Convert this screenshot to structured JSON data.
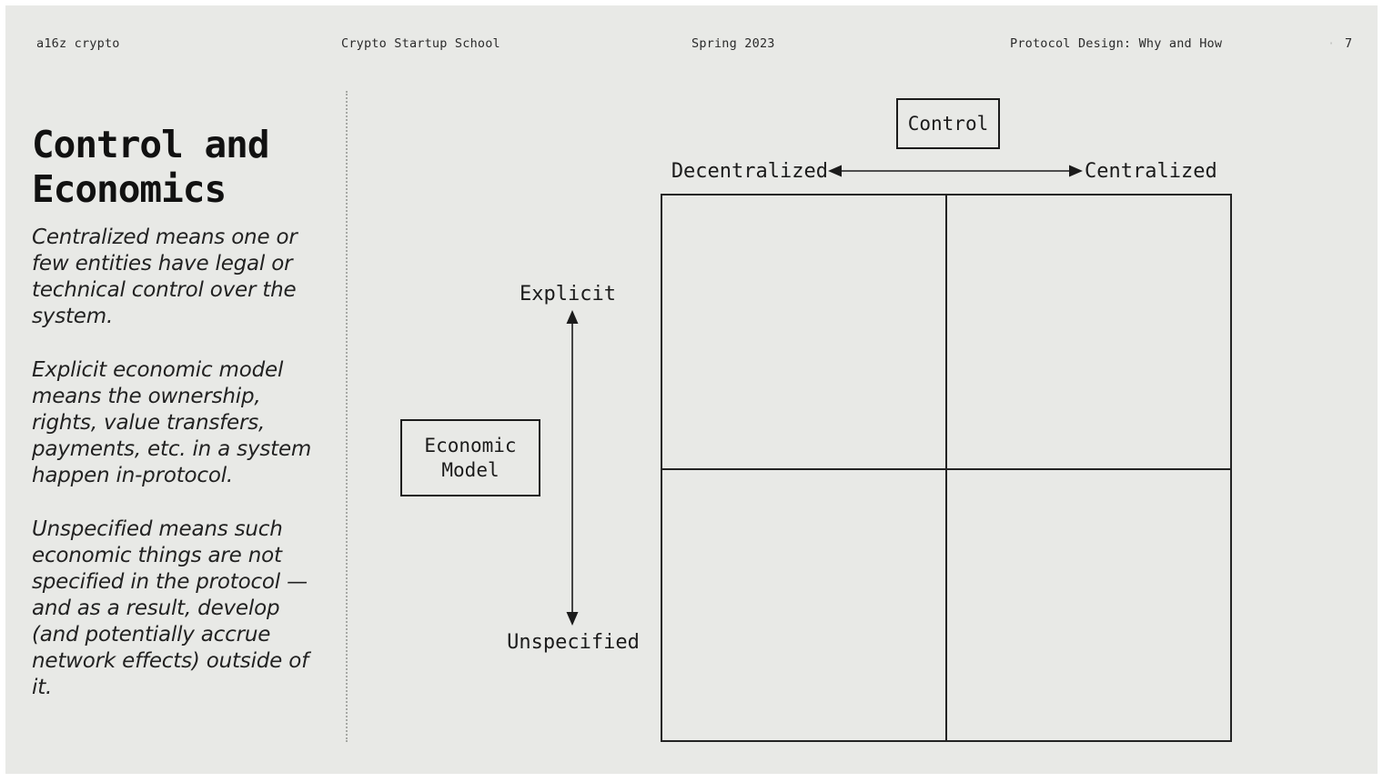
{
  "header": {
    "brand": "a16z crypto",
    "course": "Crypto Startup School",
    "term": "Spring 2023",
    "lecture": "Protocol Design: Why and How",
    "page_marker": "·",
    "page_number": "7"
  },
  "sidebar": {
    "title": "Control and Economics",
    "paragraphs": [
      "Centralized means one or few entities have legal or technical control over the system.",
      "Explicit economic model means the ownership, rights, value transfers, payments, etc. in a system happen in-protocol.",
      "Unspecified means such economic things are not specified in the protocol — and as a result, develop (and potentially accrue network effects) outside of it."
    ]
  },
  "diagram": {
    "x_axis": {
      "title": "Control",
      "left_label": "Decentralized",
      "right_label": "Centralized"
    },
    "y_axis": {
      "title_line1": "Economic",
      "title_line2": "Model",
      "top_label": "Explicit",
      "bottom_label": "Unspecified"
    },
    "grid": {
      "rows": 2,
      "cols": 2
    }
  },
  "colors": {
    "slide_background": "#e8e9e6",
    "frame": "#ffffff",
    "ink": "#1b1b1b",
    "divider_dots": "#a6a8a4"
  }
}
